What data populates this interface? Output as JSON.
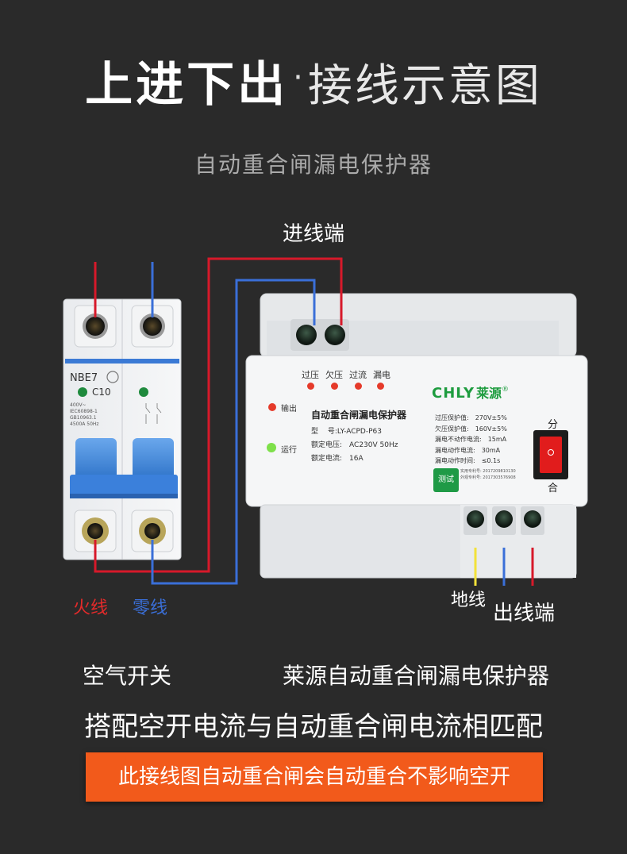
{
  "header": {
    "title_bold": "上进下出",
    "title_dot": "·",
    "title_light": "接线示意图",
    "subtitle": "自动重合闸漏电保护器"
  },
  "diagram": {
    "inlet_label": "进线端",
    "live_label": "火线",
    "neutral_label": "零线",
    "ground_label": "地线",
    "outlet_label": "出线端",
    "colors": {
      "live": "#d7192a",
      "neutral": "#3a6fd8",
      "ground": "#f2e23a"
    }
  },
  "breaker": {
    "model": "NBE7",
    "rating": "C10",
    "spec_lines": [
      "400V~",
      "IEC60898-1",
      "GB10963.1",
      "4500A 50Hz"
    ],
    "name": "空气开关"
  },
  "protector": {
    "indicators": [
      "过压",
      "欠压",
      "过流",
      "漏电"
    ],
    "brand": "CHLY",
    "brand_cn": "莱源",
    "reg": "®",
    "product_name": "自动重合闸漏电保护器",
    "model_line": "型　 号:LY-ACPD-P63",
    "voltage_line": "额定电压:　AC230V 50Hz",
    "current_line": "额定电流:　16A",
    "status_output": "输出",
    "status_run": "运行",
    "specs": [
      "过压保护值:　270V±5%",
      "欠压保护值:　160V±5%",
      "漏电不动作电流:　15mA",
      "漏电动作电流:　30mA",
      "漏电动作时间:　≤0.1s"
    ],
    "patents": [
      "实用专利号: 2017209810130",
      "外观专利号: 2017303576908"
    ],
    "test_button": "测试",
    "switch_top": "分",
    "switch_bottom": "合",
    "name": "莱源自动重合闸漏电保护器"
  },
  "footer": {
    "match_text": "搭配空开电流与自动重合闸电流相匹配",
    "banner": "此接线图自动重合闸会自动重合不影响空开"
  }
}
